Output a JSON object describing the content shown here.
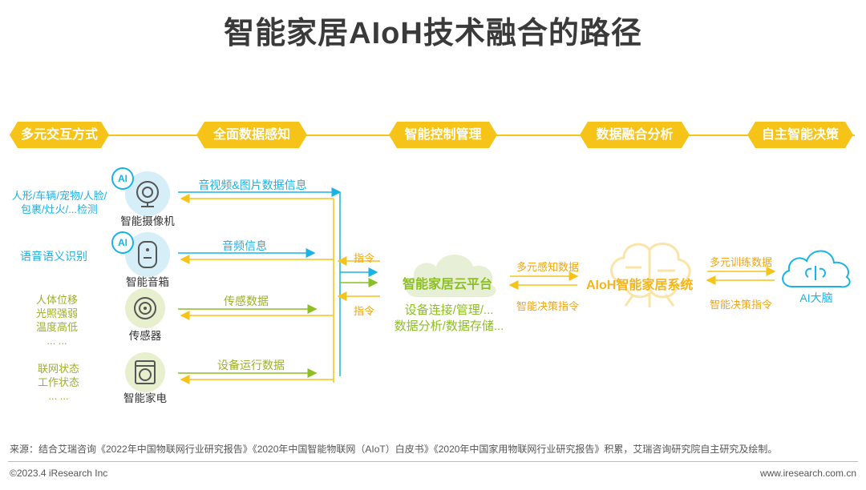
{
  "title": "智能家居AIoH技术融合的路径",
  "stages": [
    "多元交互方式",
    "全面数据感知",
    "智能控制管理",
    "数据融合分析",
    "自主智能决策"
  ],
  "devices": [
    {
      "name": "智能摄像机",
      "ai_badge": "AI",
      "interaction": [
        "人形/车辆/宠物/人脸/",
        "包裹/灶火/...检测"
      ],
      "data_flow": "音视频&图片数据信息"
    },
    {
      "name": "智能音箱",
      "ai_badge": "AI",
      "interaction": [
        "语音语义识别"
      ],
      "data_flow": "音频信息"
    },
    {
      "name": "传感器",
      "interaction": [
        "人体位移",
        "光照强弱",
        "温度高低",
        "... ..."
      ],
      "data_flow": "传感数据"
    },
    {
      "name": "智能家电",
      "interaction": [
        "联网状态",
        "工作状态",
        "... ..."
      ],
      "data_flow": "设备运行数据"
    }
  ],
  "command_labels": [
    "指令",
    "指令"
  ],
  "cloud": {
    "title": "智能家居云平台",
    "subtitle": [
      "设备连接/管理/...",
      "数据分析/数据存储..."
    ]
  },
  "cloud_to_system": {
    "forward": "多元感知数据",
    "backward": "智能决策指令"
  },
  "system": {
    "title": "AIoH智能家居系统"
  },
  "system_to_brain": {
    "forward": "多元训练数据",
    "backward": "智能决策指令"
  },
  "brain": {
    "label": "AI大脑"
  },
  "colors": {
    "yellow": "#f6c318",
    "cyan": "#1ab3e6",
    "green": "#8cbf23",
    "olive": "#9cb02a"
  },
  "footer": {
    "source": "来源：结合艾瑞咨询《2022年中国物联网行业研究报告》《2020年中国智能物联网（AIoT）白皮书》《2020年中国家用物联网行业研究报告》积累，艾瑞咨询研究院自主研究及绘制。",
    "copyright": "©2023.4 iResearch Inc",
    "website": "www.iresearch.com.cn"
  }
}
